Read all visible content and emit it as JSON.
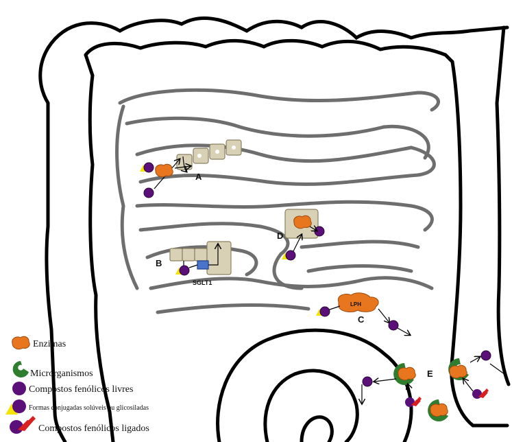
{
  "labels": {
    "A": "A",
    "B": "B",
    "C": "C",
    "D": "D",
    "E": "E",
    "sglt1": "SGLT1",
    "lph": "LPH"
  },
  "legend": {
    "enzymes": "Enzimas",
    "microorganisms": "Microrganismos",
    "free_phenolics": "Compostos fenólicos livres",
    "conjugated_forms": "Formas conjugadas solúveis ou glicosiladas",
    "bound_phenolics": "Compostos fenólicos ligados"
  },
  "colors": {
    "outline": "#000000",
    "intestine_loops": "#6e6e6e",
    "enzyme": "#e8761f",
    "microorganism": "#2f7d2f",
    "phenolic": "#5a1078",
    "conjugate": "#f5e400",
    "bound": "#d9201f",
    "cell": "#d9d1b6",
    "transporter": "#4a74c9"
  }
}
